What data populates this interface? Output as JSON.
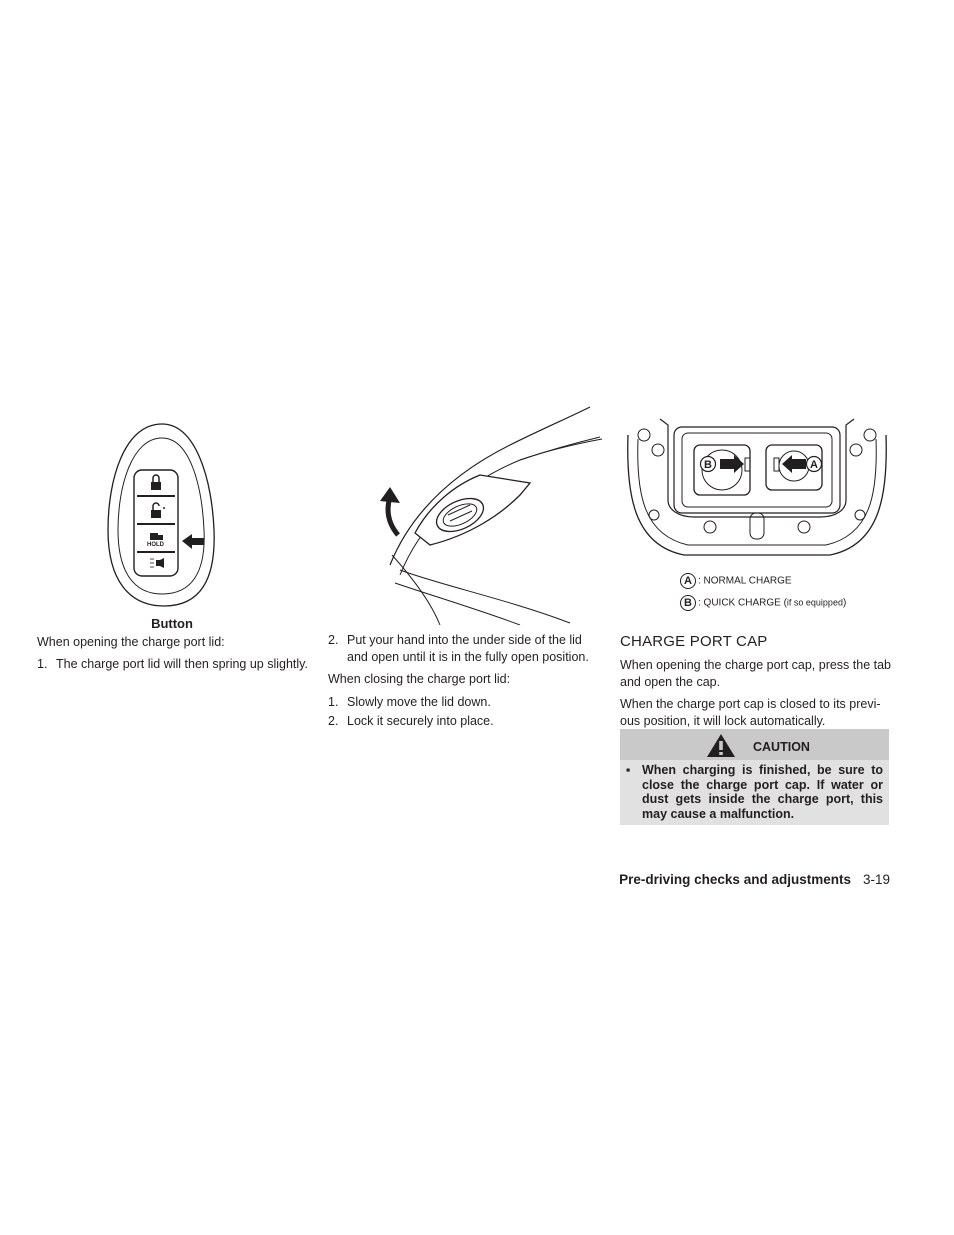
{
  "figure1": {
    "caption": "Button",
    "hold_label": "HOLD"
  },
  "col1": {
    "intro": "When opening the charge port lid:",
    "steps": [
      {
        "num": "1.",
        "text": "The charge port lid will then spring up slightly."
      }
    ]
  },
  "col2": {
    "steps_open": [
      {
        "num": "2.",
        "text": "Put your hand into the under side of the lid and open until it is in the fully open position."
      }
    ],
    "closing_intro": "When closing the charge port lid:",
    "steps_close": [
      {
        "num": "1.",
        "text": "Slowly move the lid down."
      },
      {
        "num": "2.",
        "text": "Lock it securely into place."
      }
    ]
  },
  "figure3": {
    "marker_a": "A",
    "marker_b": "B",
    "legend_a": ": NORMAL CHARGE",
    "legend_b_main": ": QUICK CHARGE (",
    "legend_b_small": "if so equipped",
    "legend_b_close": ")"
  },
  "col3": {
    "section_title": "CHARGE PORT CAP",
    "para1": "When opening the charge port cap, press the tab and open the cap.",
    "para2": "When the charge port cap is closed to its previ-ous position, it will lock automatically.",
    "caution_title": "CAUTION",
    "caution_bullet": "▪",
    "caution_text": "When charging is finished, be sure to close the charge port cap. If water or dust gets inside the charge port, this may cause a malfunction."
  },
  "footer": {
    "section": "Pre-driving checks and adjustments",
    "page": "3-19"
  },
  "colors": {
    "text": "#231f20",
    "caution_header": "#c9c9ca",
    "caution_body": "#e1e1e2"
  }
}
